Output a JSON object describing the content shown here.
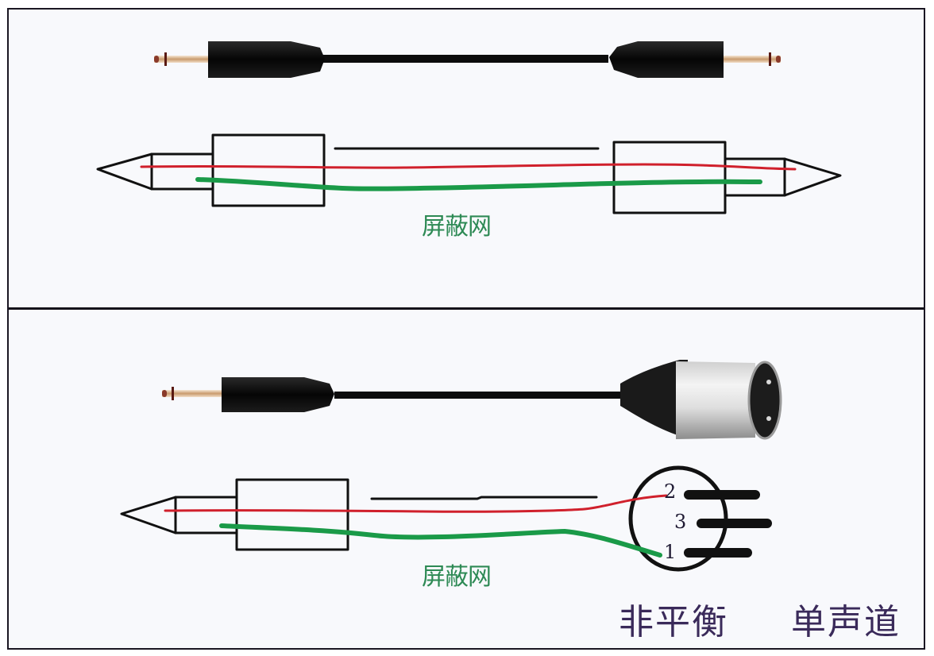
{
  "figure": {
    "panels": [
      {
        "id": "ts-to-ts",
        "photo": {
          "left_connector": "6.35mm mono TS jack plug",
          "right_connector": "6.35mm mono TS jack plug"
        },
        "schematic": {
          "shield_label": "屏蔽网",
          "wires": [
            {
              "name": "signal",
              "color": "#d0202c"
            },
            {
              "name": "shield",
              "color": "#1a9a48"
            },
            {
              "name": "cable-jacket",
              "color": "#111111"
            }
          ]
        }
      },
      {
        "id": "ts-to-xlr",
        "photo": {
          "left_connector": "6.35mm mono TS jack plug",
          "right_connector": "XLR male 3-pin"
        },
        "schematic": {
          "shield_label": "屏蔽网",
          "xlr_pins": [
            "2",
            "3",
            "1"
          ],
          "wires": [
            {
              "name": "signal",
              "color": "#d0202c",
              "to_pin": "2"
            },
            {
              "name": "shield",
              "color": "#1a9a48",
              "to_pin": "1"
            },
            {
              "name": "cable-jacket",
              "color": "#111111"
            }
          ]
        },
        "caption": {
          "left": "非平衡",
          "right": "单声道"
        }
      }
    ]
  }
}
